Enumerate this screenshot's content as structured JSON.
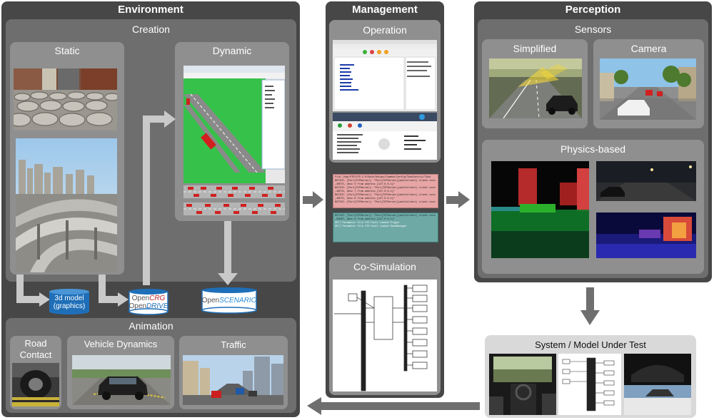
{
  "environment": {
    "title": "Environment",
    "creation": {
      "title": "Creation",
      "static": {
        "title": "Static"
      },
      "dynamic": {
        "title": "Dynamic"
      }
    },
    "outputs": {
      "model3d": {
        "line1": "3d model",
        "line2": "(graphics)"
      },
      "opencrg": {
        "prefix1": "Open",
        "suffix1": "CRG",
        "prefix2": "Open",
        "suffix2": "DRIVE"
      },
      "openscenario": {
        "prefix": "Open",
        "suffix": "SCENARIO"
      }
    },
    "animation": {
      "title": "Animation",
      "road_contact": {
        "line1": "Road",
        "line2": "Contact"
      },
      "vehicle_dynamics": {
        "title": "Vehicle Dynamics"
      },
      "traffic": {
        "title": "Traffic"
      }
    }
  },
  "management": {
    "title": "Management",
    "operation": {
      "title": "Operation"
    },
    "cosimulation": {
      "title": "Co-Simulation"
    }
  },
  "perception": {
    "title": "Perception",
    "sensors": {
      "title": "Sensors",
      "simplified": {
        "title": "Simplified"
      },
      "camera": {
        "title": "Camera"
      },
      "physics": {
        "title": "Physics-based"
      }
    }
  },
  "sut": {
    "title": "System / Model Under Test"
  },
  "colors": {
    "panel_dark": "#474747",
    "panel_mid": "#6e6e6e",
    "panel_light": "#8f8f8f",
    "arrow": "#6f6f6f",
    "arrow_light": "#c9c9c9",
    "db_blue": "#1f6fb8",
    "crg_red": "#c0262d",
    "scenario_blue": "#2a8bd6"
  }
}
